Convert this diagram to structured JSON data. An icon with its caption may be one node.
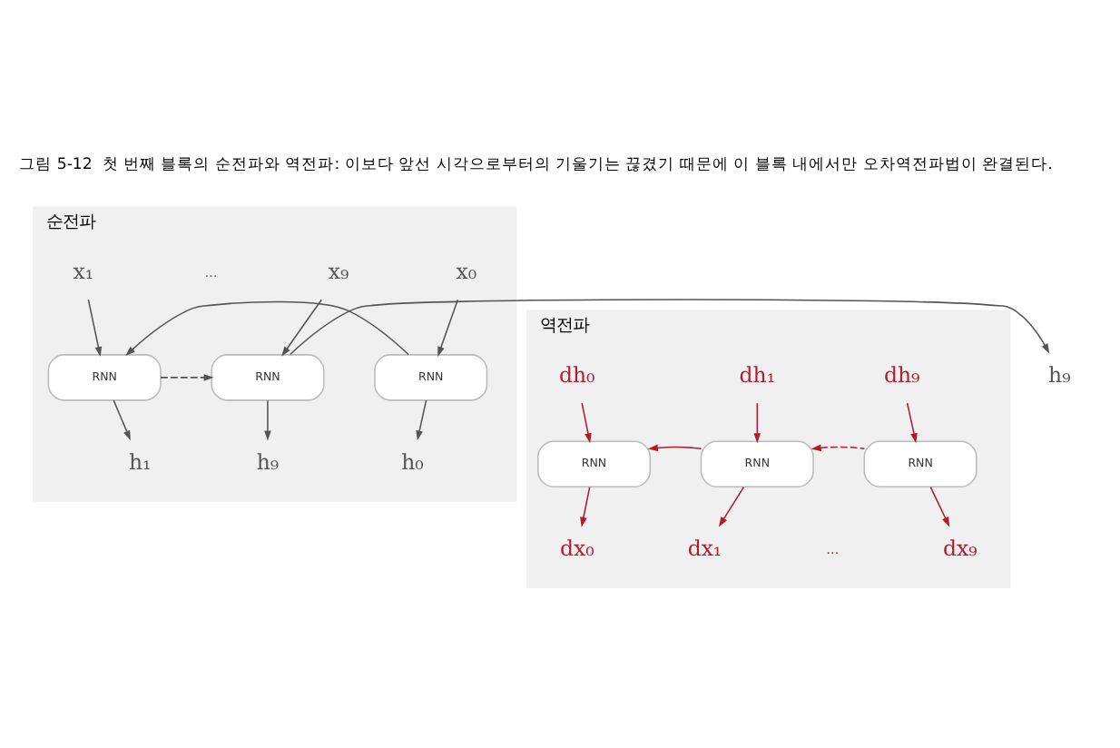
{
  "diagram": {
    "title": "그림 5-12  첫 번째 블록의 순전파와 역전파: 이보다 앞선 시각으로부터의 기울기는 끊겼기 때문에 이 블록 내에서만 오차역전파법이 완결된다.",
    "nodes": [
      {
        "text": [
          "순전파"
        ]
      },
      {
        "text": [
          "h₀"
        ],
        "in": 0
      },
      {
        "text": [
          "h₁"
        ],
        "in": 0
      },
      {
        "text": [
          "h₉"
        ],
        "in": 0
      },
      {
        "text": [
          "RNN"
        ],
        "in": 0
      },
      {
        "text": [
          "RNN"
        ],
        "in": 0
      },
      {
        "text": [
          "RNN"
        ],
        "in": 0
      },
      {
        "text": [
          "x₀"
        ],
        "in": 0
      },
      {
        "text": [
          "x₁"
        ],
        "in": 0
      },
      {
        "text": [
          "x₉"
        ],
        "in": 0
      },
      {
        "text": [
          "h₉"
        ]
      },
      {
        "text": [
          "역전파"
        ]
      },
      {
        "text": [
          "dh₀"
        ],
        "in": 11
      },
      {
        "text": [
          "dh₁"
        ],
        "in": 11
      },
      {
        "text": [
          "dh₉"
        ],
        "in": 11
      },
      {
        "text": [
          "RNN"
        ],
        "in": 11
      },
      {
        "text": [
          "RNN"
        ],
        "in": 11
      },
      {
        "text": [
          "RNN"
        ],
        "in": 11
      },
      {
        "text": [
          "dx₀"
        ],
        "in": 11
      },
      {
        "text": [
          "dx₁"
        ],
        "in": 11
      },
      {
        "text": [
          "dx₉"
        ],
        "in": 11
      }
    ],
    "edges": [
      {
        "from": 7,
        "to": 4,
        "arrow": "to"
      },
      {
        "from": 4,
        "to": 1,
        "arrow": "to"
      },
      {
        "from": 4,
        "to": 5,
        "arrow": "to"
      },
      {
        "from": 8,
        "to": 5,
        "arrow": "to"
      },
      {
        "from": 5,
        "to": 2,
        "arrow": "to"
      },
      {
        "from": 5,
        "to": 6,
        "arrow": "to",
        "style": "dashed"
      },
      {
        "from": 9,
        "to": 6,
        "arrow": "to"
      },
      {
        "from": 6,
        "to": 3,
        "arrow": "to"
      },
      {
        "from": 6,
        "to": 10,
        "arrow": "to"
      },
      {
        "from": 12,
        "to": 15,
        "arrow": "to",
        "color": "#b01c2e"
      },
      {
        "from": 16,
        "to": 15,
        "arrow": "to",
        "color": "#b01c2e"
      },
      {
        "from": 15,
        "to": 18,
        "arrow": "to",
        "color": "#b01c2e"
      },
      {
        "from": 13,
        "to": 16,
        "arrow": "to",
        "color": "#b01c2e"
      },
      {
        "from": 17,
        "to": 16,
        "arrow": "to",
        "style": "dashed",
        "color": "#b01c2e"
      },
      {
        "from": 16,
        "to": 19,
        "arrow": "to",
        "color": "#b01c2e"
      },
      {
        "from": 14,
        "to": 17,
        "arrow": "to",
        "color": "#b01c2e"
      },
      {
        "from": 17,
        "to": 20,
        "arrow": "to",
        "color": "#b01c2e"
      }
    ],
    "labels": [
      "…",
      "…"
    ]
  }
}
